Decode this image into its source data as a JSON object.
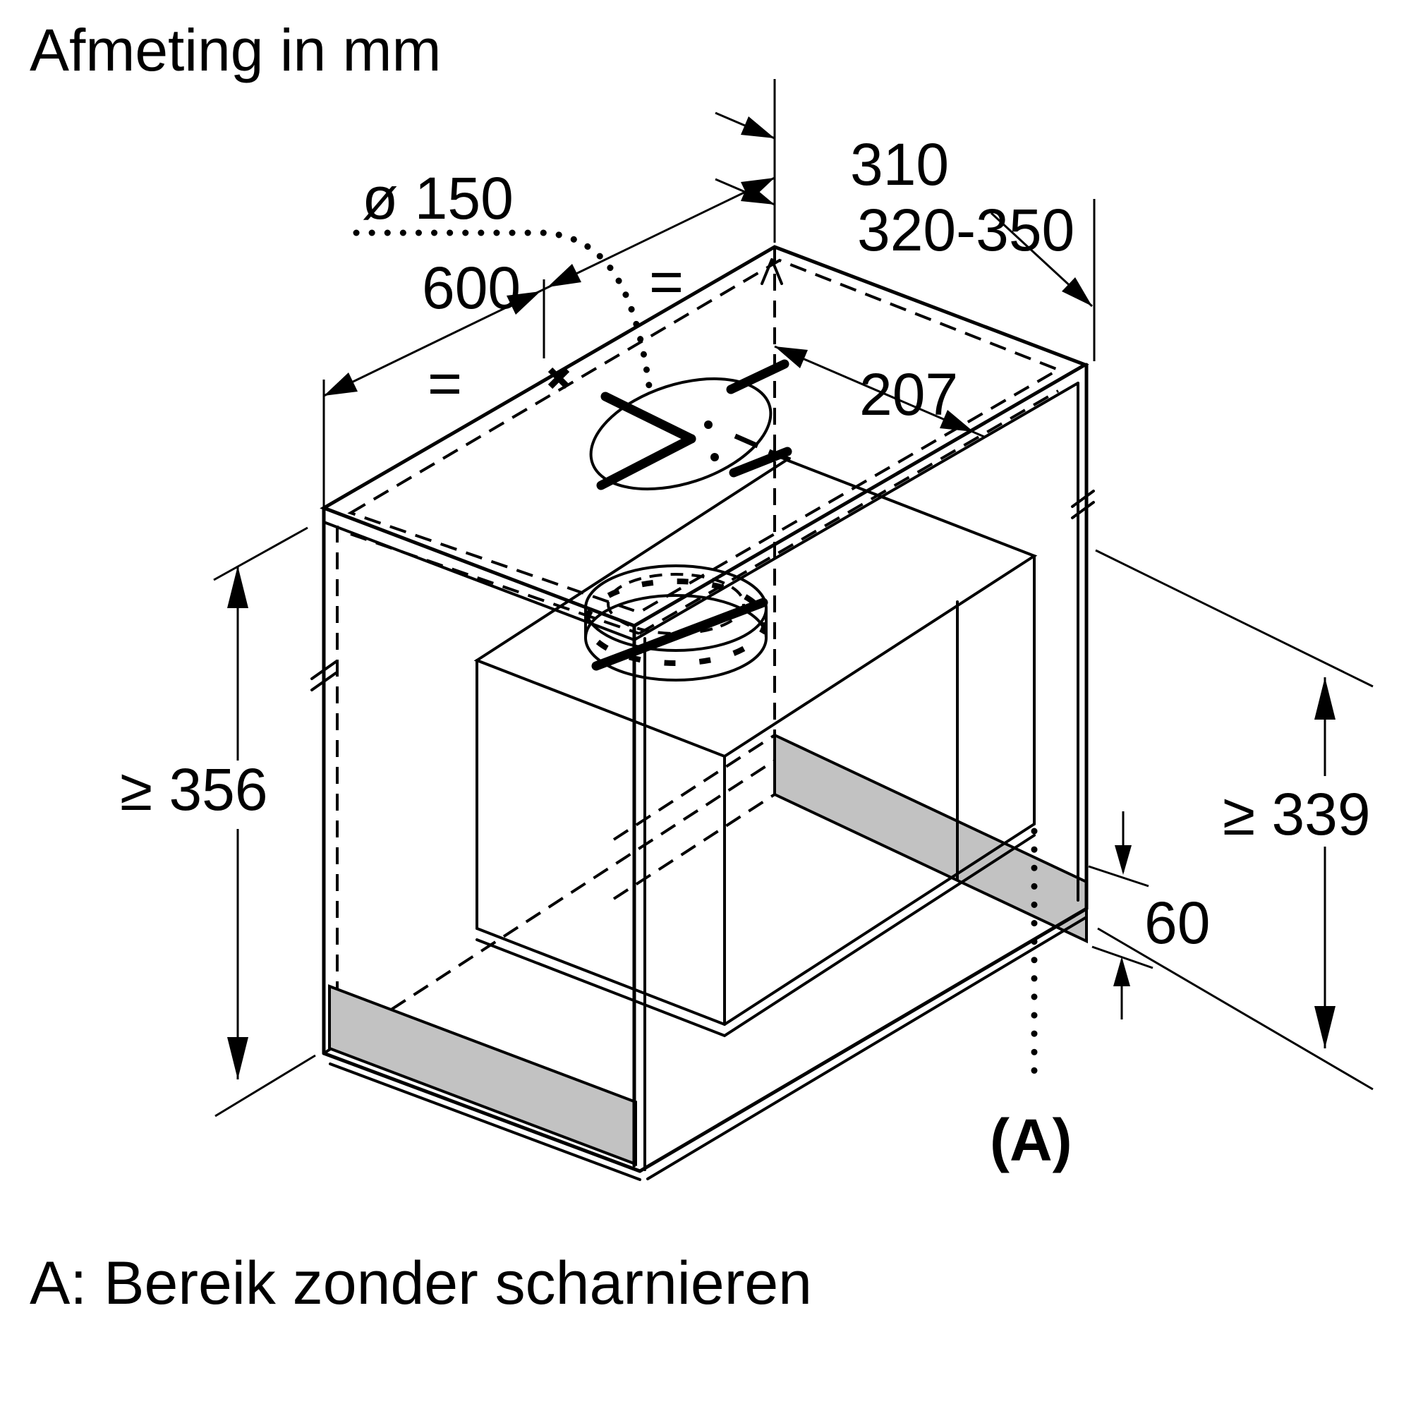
{
  "title": "Afmeting in mm",
  "note": "A: Bereik zonder scharnieren",
  "labels": {
    "diameter": "ø 150",
    "width": "600",
    "equal_left": "=",
    "equal_right": "=",
    "depth_top": "310",
    "depth_range": "320-350",
    "center_offset": "207",
    "height_left": "≥ 356",
    "height_right": "≥ 339",
    "strip_height": "60",
    "hinge_area": "(A)"
  },
  "colors": {
    "line": "#000000",
    "background": "#ffffff",
    "panel_gray": "#c2c2c2"
  }
}
